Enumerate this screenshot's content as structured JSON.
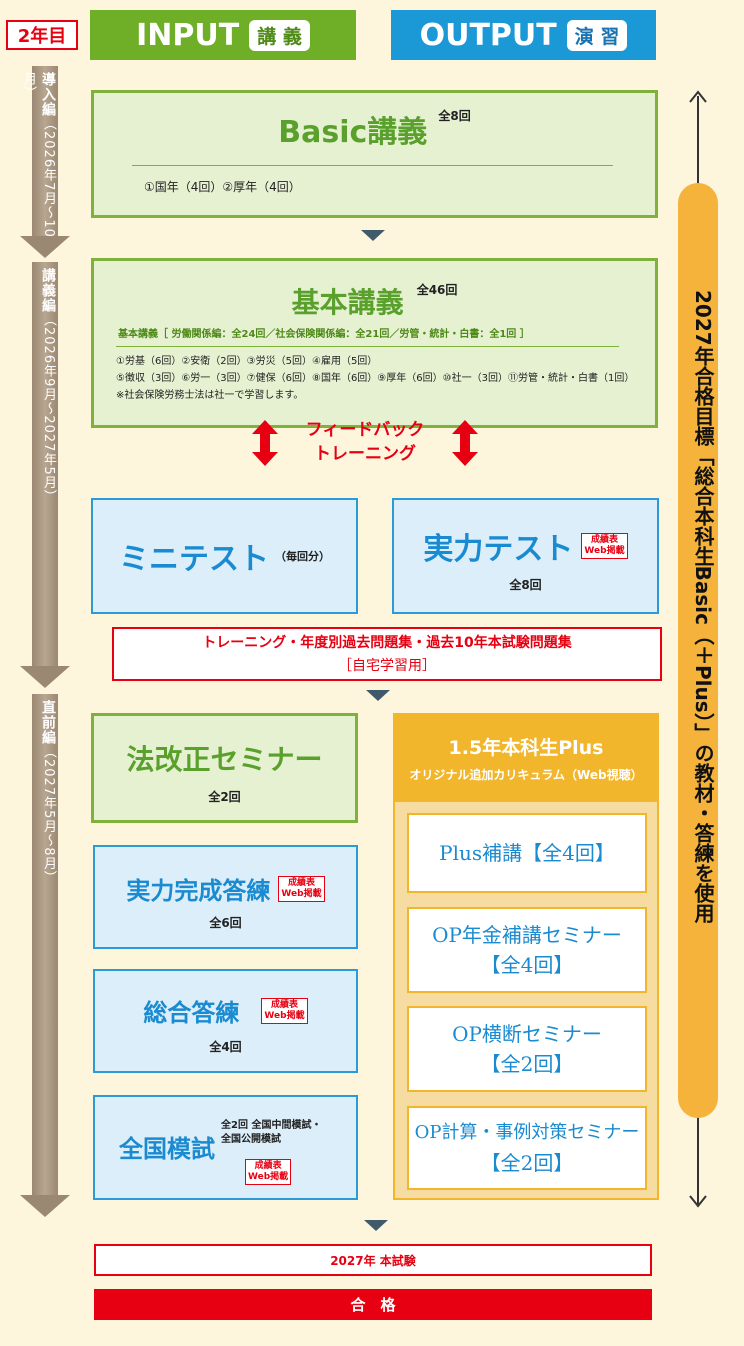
{
  "year_badge": "2年目",
  "header": {
    "input_label": "INPUT",
    "input_tag": "講 義",
    "output_label": "OUTPUT",
    "output_tag": "演 習"
  },
  "phases": [
    {
      "name": "導入編",
      "period": "（2026年7月～10月）"
    },
    {
      "name": "講義編",
      "period": "（2026年9月～2027年5月）"
    },
    {
      "name": "直前編",
      "period": "（2027年5月～8月）"
    }
  ],
  "basic": {
    "title": "Basic講義",
    "count": "全8回",
    "detail": "①国年（4回）②厚年（4回）"
  },
  "kihon": {
    "title": "基本講義",
    "count": "全46回",
    "subline": "基本講義［ 労働関係編：全24回／社会保険関係編：全21回／労管・統計・白書：全1回 ］",
    "detail1": "①労基（6回）②安衛（2回）③労災（5回）④雇用（5回）",
    "detail2": "⑤徴収（3回）⑥労一（3回）⑦健保（6回）⑧国年（6回）⑨厚年（6回）⑩社一（3回）⑪労管・統計・白書（1回）",
    "note": "※社会保険労務士法は社一で学習します。"
  },
  "feedback": {
    "line1": "フィードバック",
    "line2": "トレーニング"
  },
  "mini_test": {
    "title": "ミニテスト",
    "sub": "（毎回分）"
  },
  "jitsuryoku_test": {
    "title": "実力テスト",
    "badge1": "成績表",
    "badge2": "Web掲載",
    "count": "全8回"
  },
  "training": {
    "line1": "トレーニング・年度別過去問題集・過去10年本試験問題集",
    "line2": "［自宅学習用］"
  },
  "hokaisei": {
    "title": "法改正セミナー",
    "count": "全2回"
  },
  "kansei": {
    "title": "実力完成答練",
    "badge1": "成績表",
    "badge2": "Web掲載",
    "count": "全6回"
  },
  "sogo": {
    "title": "総合答練",
    "badge1": "成績表",
    "badge2": "Web掲載",
    "count": "全4回"
  },
  "zenkoku": {
    "title": "全国模試",
    "info1": "全2回 全国中間模試・",
    "info2": "全国公開模試",
    "badge1": "成績表",
    "badge2": "Web掲載"
  },
  "plus": {
    "title": "1.5年本科生Plus",
    "subtitle": "オリジナル追加カリキュラム（Web視聴）",
    "items": [
      {
        "line1": "Plus補講【全4回】",
        "line2": ""
      },
      {
        "line1": "OP年金補講セミナー",
        "line2": "【全4回】"
      },
      {
        "line1": "OP横断セミナー",
        "line2": "【全2回】"
      },
      {
        "line1": "OP計算・事例対策セミナー",
        "line2": "【全2回】"
      }
    ]
  },
  "right_label": "2027年合格目標「総合本科生Basic（＋Plus）」の教材・答練を使用",
  "exam": "2027年 本試験",
  "pass": "合　格",
  "colors": {
    "green": "#7fb23b",
    "blue": "#2b9bd8",
    "red": "#e60012",
    "orange": "#f2b62d"
  }
}
